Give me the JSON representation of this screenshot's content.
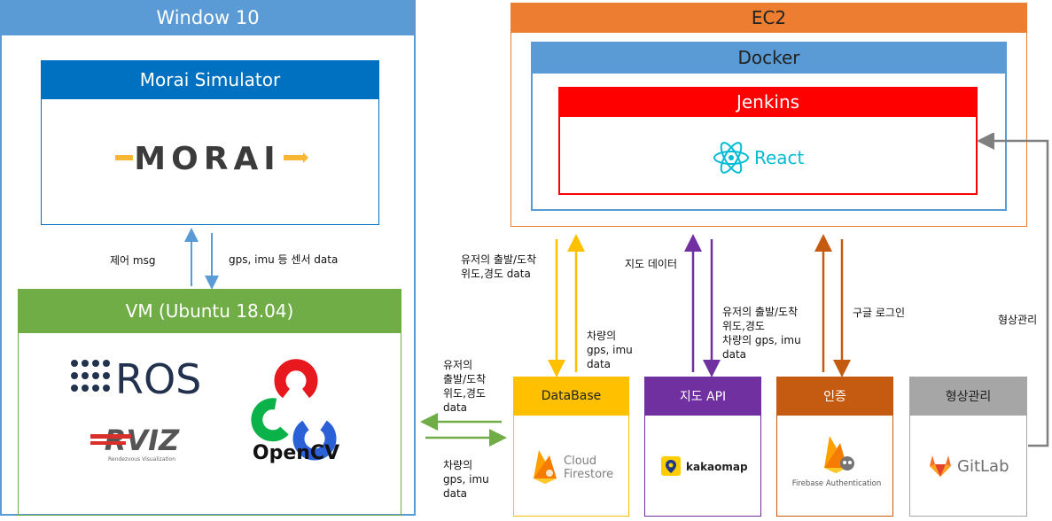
{
  "windows": {
    "title": "Window 10",
    "morai": {
      "title": "Morai Simulator",
      "logo_text": "MORAI"
    },
    "vm": {
      "title": "VM (Ubuntu 18.04)",
      "ros": "ROS",
      "rviz": "RVIZ",
      "rviz_sub": "Rendezvous Visualization",
      "opencv": "OpenCV"
    }
  },
  "ec2": {
    "title": "EC2",
    "docker": "Docker",
    "jenkins": "Jenkins",
    "react": "React"
  },
  "services": {
    "database": {
      "title": "DataBase",
      "line1": "Cloud",
      "line2": "Firestore"
    },
    "map": {
      "title": "지도 API",
      "logo": "kakaomap"
    },
    "auth": {
      "title": "인증",
      "logo": "Firebase Authentication"
    },
    "vcs": {
      "title": "형상관리",
      "logo": "GitLab"
    }
  },
  "labels": {
    "control": "제어 msg",
    "sensor": "gps, imu 등 센서 data",
    "user_to_db_top": "유저의 출발/도착\n위도,경도 data",
    "vehicle_to_ec2": "차량의\ngps, imu\ndata",
    "map_data": "지도 데이터",
    "map_user": "유저의 출발/도착\n위도,경도\n차량의 gps, imu\ndata",
    "google_login": "구글 로그인",
    "vcs_side": "형상관리",
    "user_to_vm": "유저의\n출발/도착\n위도,경도\ndata",
    "vehicle_to_db": "차량의\ngps, imu\ndata"
  },
  "colors": {
    "window": "#5b9bd5",
    "morai_header": "#0070c0",
    "vm": "#70ad47",
    "ec2": "#ed7d31",
    "docker": "#5b9bd5",
    "jenkins": "#ff0000",
    "database": "#ffc000",
    "map": "#7030a0",
    "auth": "#c55a11",
    "vcs": "#a6a6a6"
  }
}
